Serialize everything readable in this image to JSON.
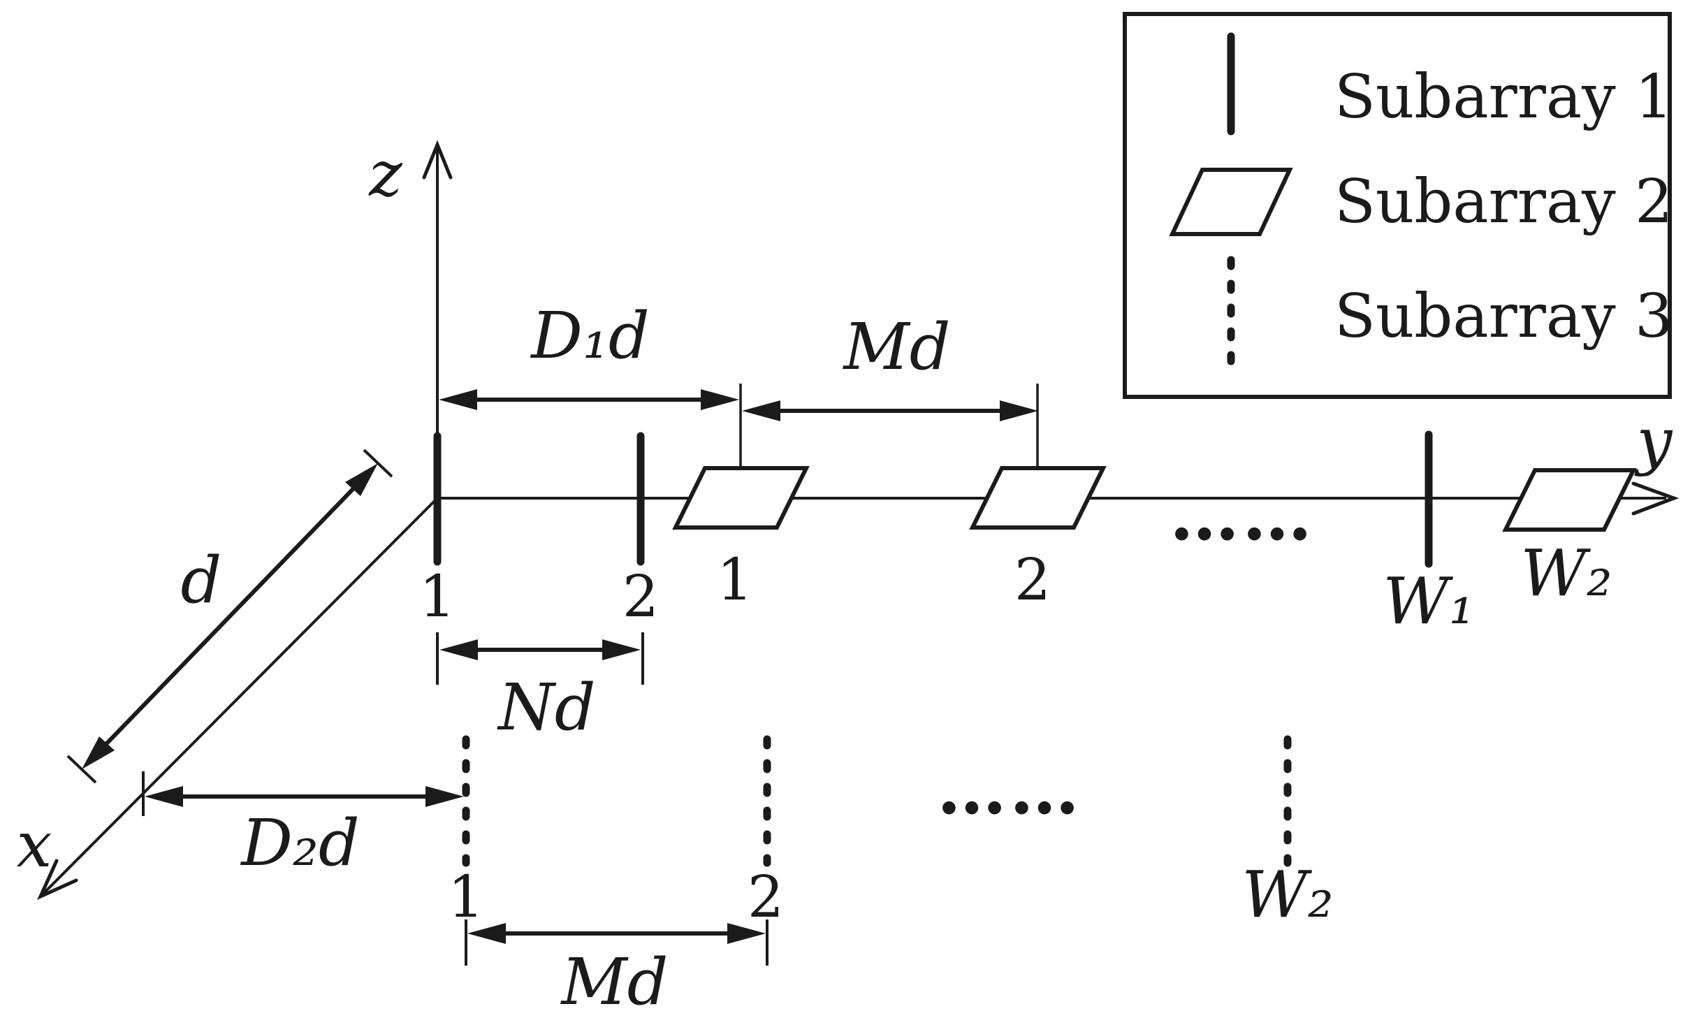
{
  "axes": {
    "x": "x",
    "y": "y",
    "z": "z"
  },
  "dimensions": {
    "d1d": "D₁d",
    "md_top": "Md",
    "nd": "Nd",
    "d2d": "D₂d",
    "d": "d",
    "md_bottom": "Md"
  },
  "subarray1": {
    "element1": "1",
    "element2": "2",
    "last": "W₁"
  },
  "subarray2": {
    "element1": "1",
    "element2": "2",
    "last": "W₂"
  },
  "subarray3": {
    "element1": "1",
    "element2": "2",
    "last": "W₂"
  },
  "ellipsis": {
    "top": "……",
    "bottom": "……"
  },
  "legend": {
    "item1": "Subarray 1",
    "item2": "Subarray 2",
    "item3": "Subarray 3"
  },
  "colors": {
    "ink": "#1b1b1b",
    "background": "#ffffff"
  }
}
